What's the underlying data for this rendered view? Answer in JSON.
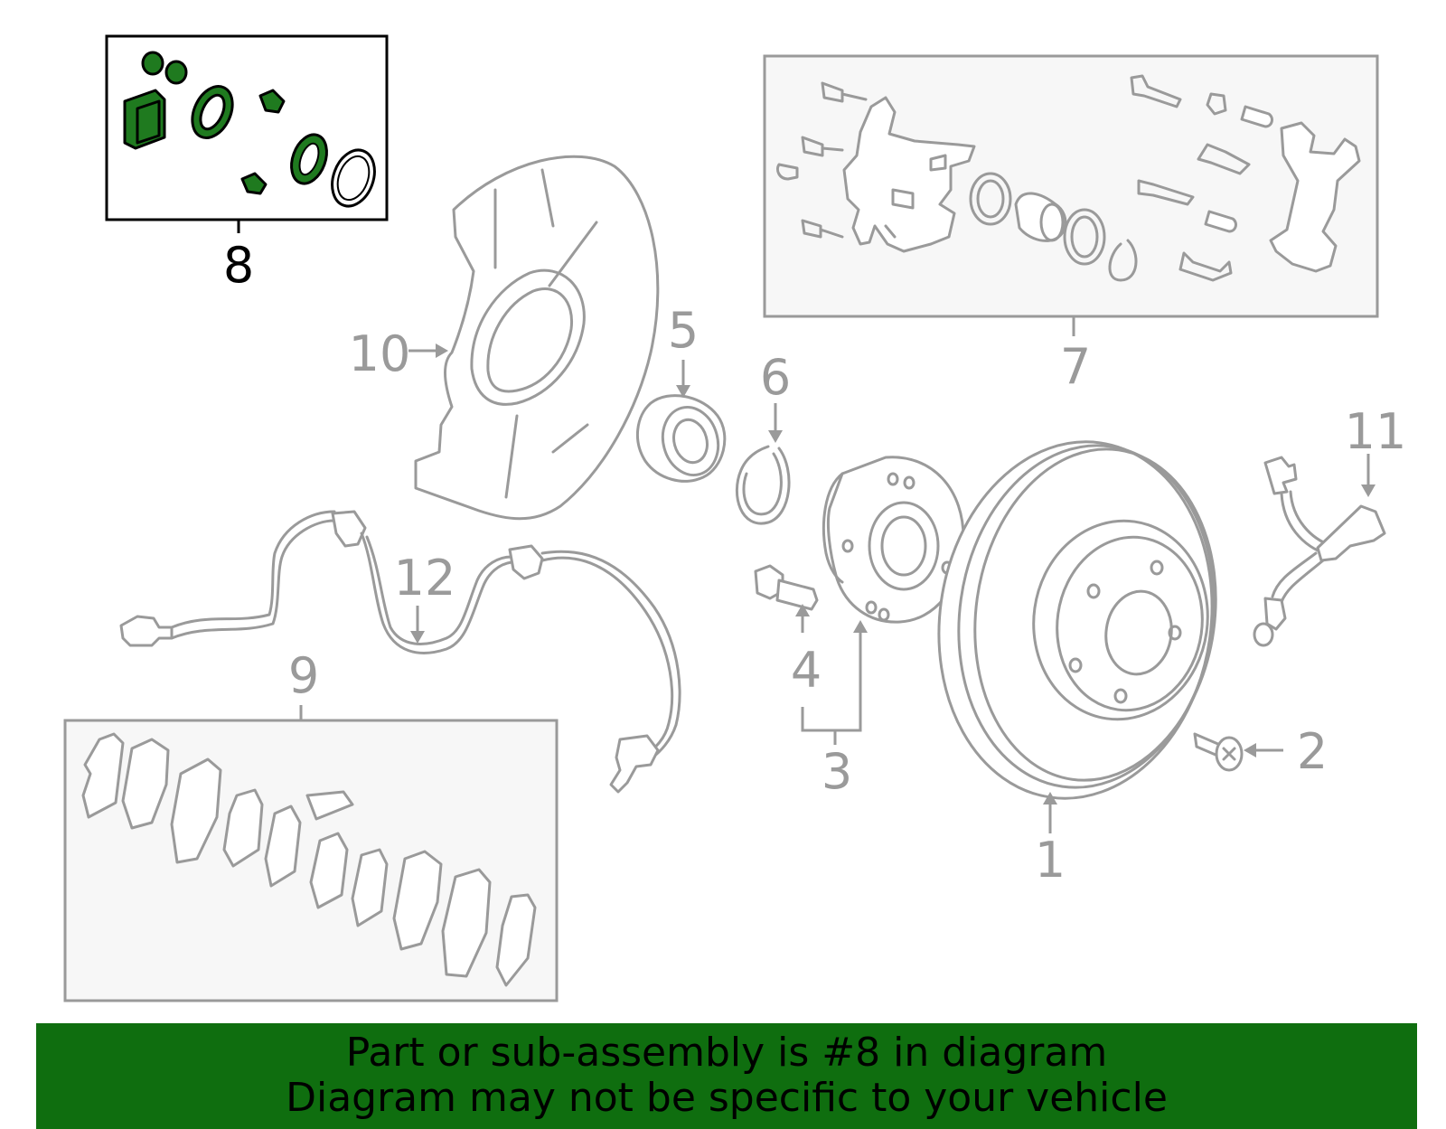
{
  "colors": {
    "highlight": "#1f7a1f",
    "banner_bg": "#0f6e0f",
    "part_line": "#9a9a9a",
    "active_callout": "#000000"
  },
  "callouts": {
    "c1": "1",
    "c2": "2",
    "c3": "3",
    "c4": "4",
    "c5": "5",
    "c6": "6",
    "c7": "7",
    "c8": "8",
    "c9": "9",
    "c10": "10",
    "c11": "11",
    "c12": "12"
  },
  "highlighted_part": "8",
  "banner": {
    "line1": "Part or sub-assembly is #8 in diagram",
    "line2": "Diagram may not be specific to your vehicle"
  }
}
